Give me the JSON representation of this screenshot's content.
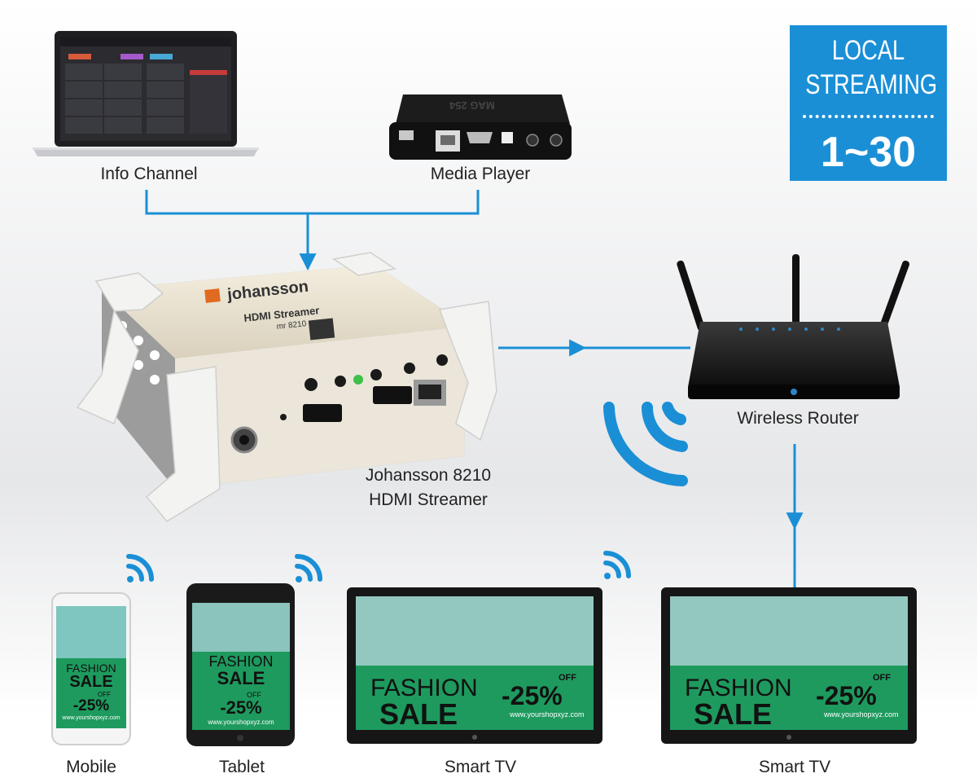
{
  "badge": {
    "line1": "LOCAL",
    "line2": "STREAMING",
    "range": "1~30",
    "color": "#1a8fd6"
  },
  "devices": {
    "info_channel": "Info Channel",
    "media_player": "Media Player",
    "streamer_line1": "Johansson 8210",
    "streamer_line2": "HDMI Streamer",
    "router": "Wireless Router",
    "mobile": "Mobile",
    "tablet": "Tablet",
    "smart_tv_1": "Smart TV",
    "smart_tv_2": "Smart TV"
  },
  "hardware_text": {
    "brand": "johansson",
    "model_title": "HDMI Streamer",
    "model_no": "mr 8210",
    "player_brand": "MAG 254"
  },
  "ad": {
    "word1": "FASHION",
    "word2": "SALE",
    "discount": "-25%",
    "off": "OFF",
    "url": "www.yourshopxyz.com",
    "green": "#1e9a5e"
  },
  "colors": {
    "connector": "#1a8fd6",
    "signal": "#1a8fd6"
  }
}
